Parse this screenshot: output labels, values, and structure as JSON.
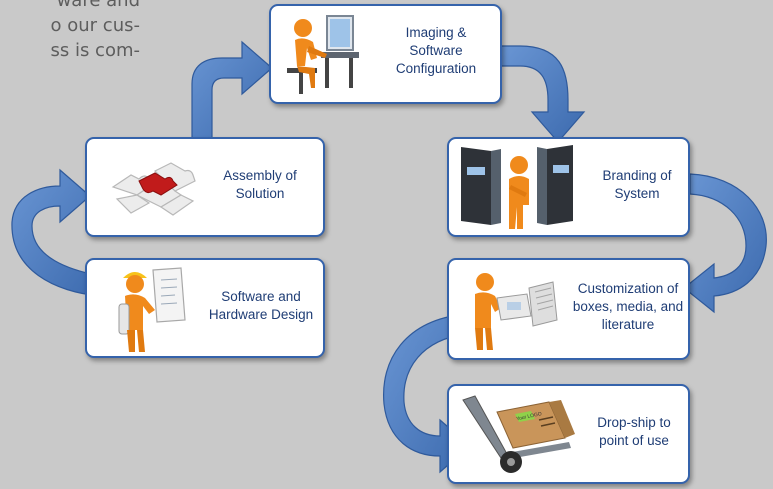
{
  "intro": {
    "lines": [
      "ware and",
      "o our cus-",
      "ss is com-"
    ]
  },
  "steps": {
    "imaging": {
      "lines": [
        "Imaging &",
        "Software",
        "Configuration"
      ],
      "icon": "computer-workstation-icon"
    },
    "assembly": {
      "lines": [
        "Assembly of",
        "Solution"
      ],
      "icon": "puzzle-pieces-icon"
    },
    "branding": {
      "lines": [
        "Branding of",
        "System"
      ],
      "icon": "server-towers-icon"
    },
    "design": {
      "lines": [
        "Software and",
        "Hardware Design"
      ],
      "icon": "blueprint-engineer-icon"
    },
    "customization": {
      "lines": [
        "Customization of",
        "boxes, media, and",
        "literature"
      ],
      "icon": "package-media-icon"
    },
    "dropship": {
      "lines": [
        "Drop-ship to",
        "point of use"
      ],
      "icon": "hand-truck-icon",
      "box_tag": "Your LOGO"
    }
  },
  "colors": {
    "arrow": "#4f7fc2",
    "box_border": "#3563ab",
    "label_text": "#1f3d75",
    "figure": "#f08a1c",
    "puzzle_red": "#c11b1b"
  }
}
